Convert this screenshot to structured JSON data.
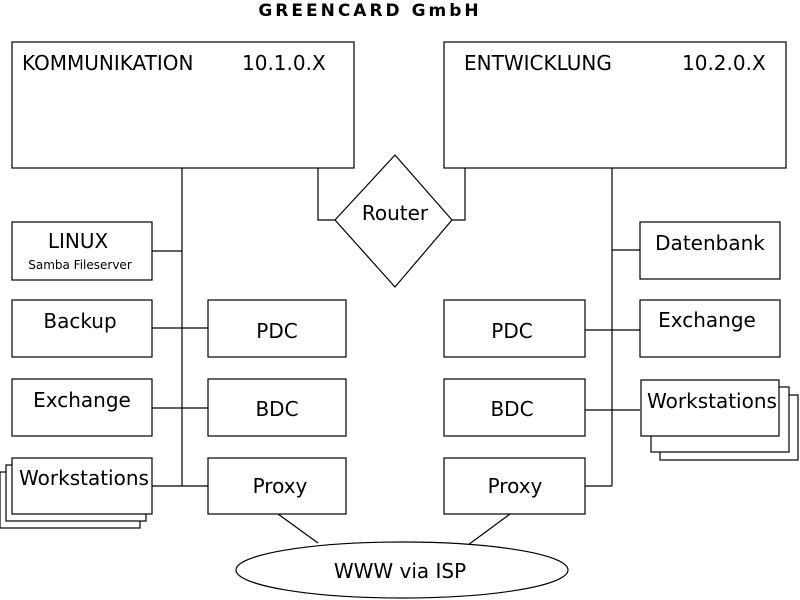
{
  "title": "GREENCARD GmbH",
  "networks": [
    {
      "name": "KOMMUNIKATION",
      "subnet": "10.1.0.X"
    },
    {
      "name": "ENTWICKLUNG",
      "subnet": "10.2.0.X"
    }
  ],
  "router": "Router",
  "left": {
    "linux": {
      "label": "LINUX",
      "sublabel": "Samba Fileserver"
    },
    "backup": "Backup",
    "exchange": "Exchange",
    "workstations": "Workstations",
    "pdc": "PDC",
    "bdc": "BDC",
    "proxy": "Proxy"
  },
  "right": {
    "datenbank": "Datenbank",
    "exchange": "Exchange",
    "workstations": "Workstations",
    "pdc": "PDC",
    "bdc": "BDC",
    "proxy": "Proxy"
  },
  "internet": "WWW via ISP"
}
